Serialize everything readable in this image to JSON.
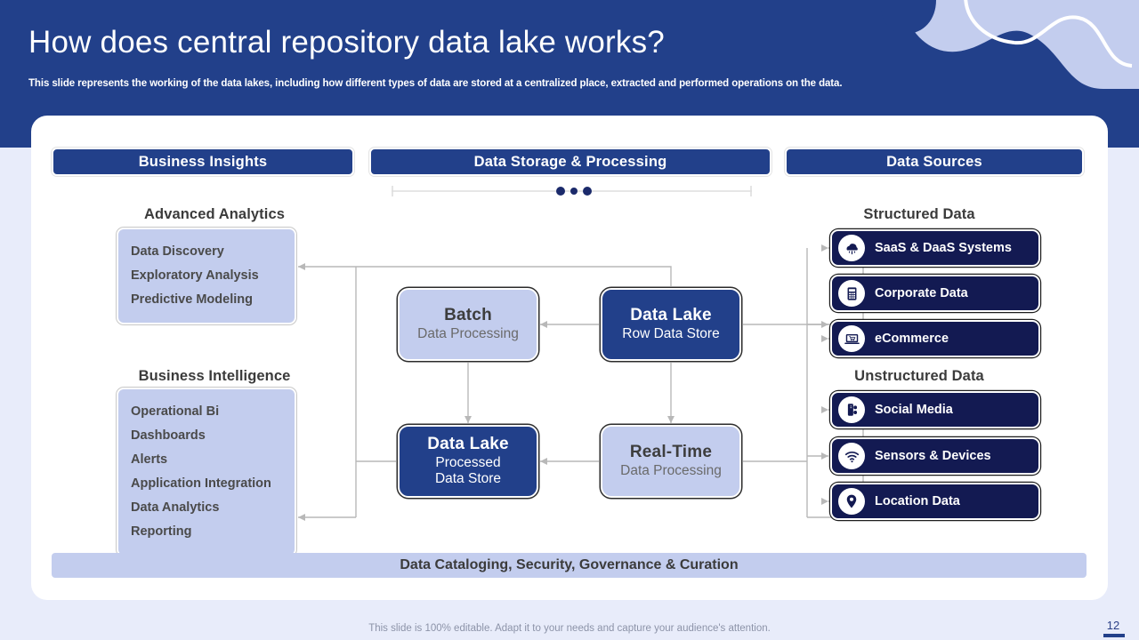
{
  "slide": {
    "title": "How does central repository data lake works?",
    "subtitle": "This slide represents the working of the data lakes, including how different types of data are stored at a centralized place, extracted and performed operations on the data.",
    "page_number": "12",
    "footer_note": "This slide is 100% editable. Adapt it to your needs and capture your audience's attention."
  },
  "colors": {
    "navy": "#22408a",
    "deep_navy": "#131a52",
    "light_blue": "#c3cdee",
    "page_background": "#e8ecfa",
    "card": "#ffffff",
    "connector": "#b4b4b4"
  },
  "column_headers": [
    {
      "label": "Business Insights"
    },
    {
      "label": "Data Storage & Processing"
    },
    {
      "label": "Data Sources"
    }
  ],
  "sections": {
    "advanced_analytics": {
      "caption": "Advanced Analytics",
      "items": [
        "Data Discovery",
        "Exploratory Analysis",
        "Predictive Modeling"
      ]
    },
    "business_intelligence": {
      "caption": "Business Intelligence",
      "items": [
        "Operational Bi",
        "Dashboards",
        "Alerts",
        "Application Integration",
        "Data Analytics",
        "Reporting"
      ]
    },
    "structured_data": {
      "caption": "Structured Data",
      "items": [
        {
          "label": "SaaS & DaaS Systems",
          "icon": "cloud-rain-icon"
        },
        {
          "label": "Corporate Data",
          "icon": "calculator-icon"
        },
        {
          "label": "eCommerce",
          "icon": "laptop-cart-icon"
        }
      ]
    },
    "unstructured_data": {
      "caption": "Unstructured Data",
      "items": [
        {
          "label": "Social Media",
          "icon": "social-share-icon"
        },
        {
          "label": "Sensors & Devices",
          "icon": "wifi-signal-icon"
        },
        {
          "label": "Location Data",
          "icon": "map-pin-icon"
        }
      ]
    }
  },
  "process_boxes": [
    {
      "title": "Batch",
      "subtitle": "Data Processing",
      "style": "light"
    },
    {
      "title": "Data Lake",
      "subtitle": "Row Data Store",
      "style": "dark"
    },
    {
      "title": "Data Lake",
      "subtitle": "Processed\nData Store",
      "style": "dark"
    },
    {
      "title": "Real-Time",
      "subtitle": "Data Processing",
      "style": "light"
    }
  ],
  "bottom_band": {
    "label": "Data Cataloging, Security, Governance & Curation"
  }
}
